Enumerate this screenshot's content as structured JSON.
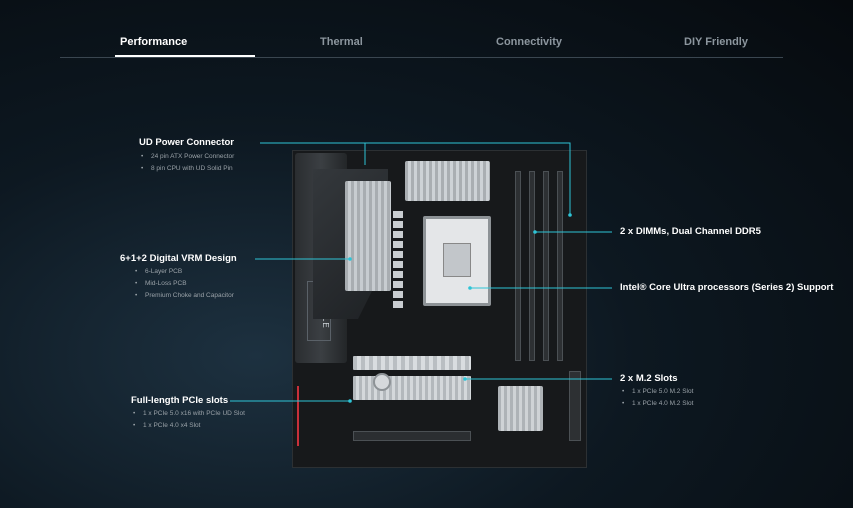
{
  "tabs": [
    {
      "label": "Performance",
      "active": true
    },
    {
      "label": "Thermal",
      "active": false
    },
    {
      "label": "Connectivity",
      "active": false
    },
    {
      "label": "DIY Friendly",
      "active": false
    }
  ],
  "features": {
    "power": {
      "title": "UD Power Connector",
      "bullets": [
        "24 pin ATX Power Connector",
        "8 pin CPU with UD Solid Pin"
      ]
    },
    "vrm": {
      "title": "6+1+2 Digital VRM Design",
      "bullets": [
        "6-Layer PCB",
        "Mid-Loss PCB",
        "Premium Choke and Capacitor"
      ]
    },
    "pcie": {
      "title": "Full-length PCIe slots",
      "bullets": [
        "1 x PCIe 5.0 x16 with PCIe UD Slot",
        "1 x PCIe 4.0 x4 Slot"
      ]
    },
    "dimm": {
      "title": "2 x DIMMs, Dual Channel DDR5"
    },
    "cpu": {
      "title": "Intel® Core Ultra processors (Series 2) Support"
    },
    "m2": {
      "title": "2 x M.2 Slots",
      "bullets": [
        "1 x PCIe 5.0 M.2 Slot",
        "1 x PCIe 4.0 M.2 Slot"
      ]
    }
  },
  "board": {
    "vrm_label": "EAGLE"
  },
  "colors": {
    "accent": "#2ec4d6",
    "background": "#0d1821"
  }
}
